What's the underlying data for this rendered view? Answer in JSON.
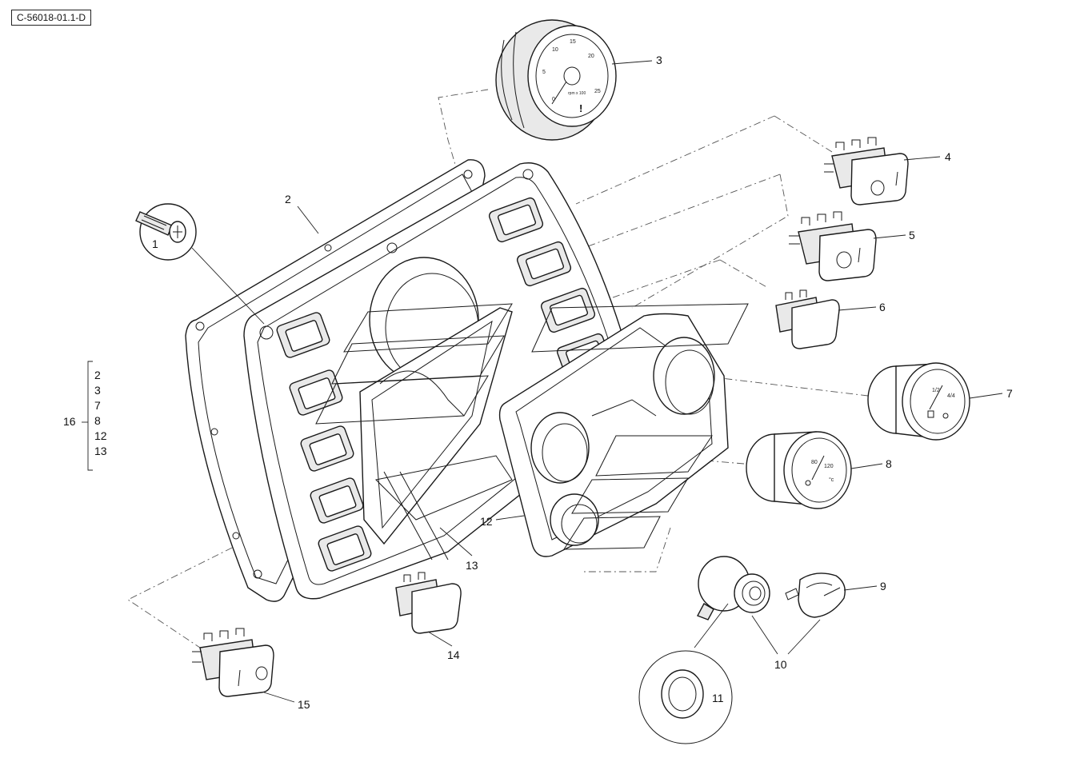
{
  "drawing_code": "C-56018-01.1-D",
  "callouts": [
    {
      "id": "c1",
      "label": "1"
    },
    {
      "id": "c2",
      "label": "2"
    },
    {
      "id": "c3",
      "label": "3"
    },
    {
      "id": "c4",
      "label": "4"
    },
    {
      "id": "c5",
      "label": "5"
    },
    {
      "id": "c6",
      "label": "6"
    },
    {
      "id": "c7",
      "label": "7"
    },
    {
      "id": "c8",
      "label": "8"
    },
    {
      "id": "c9",
      "label": "9"
    },
    {
      "id": "c10",
      "label": "10"
    },
    {
      "id": "c11",
      "label": "11"
    },
    {
      "id": "c12",
      "label": "12"
    },
    {
      "id": "c13",
      "label": "13"
    },
    {
      "id": "c14",
      "label": "14"
    },
    {
      "id": "c15",
      "label": "15"
    }
  ],
  "kit": {
    "label": "16",
    "members": [
      "2",
      "3",
      "7",
      "8",
      "12",
      "13"
    ]
  },
  "tachometer": {
    "ticks": [
      "0",
      "5",
      "10",
      "15",
      "20",
      "25"
    ],
    "unit": "rpm x 100",
    "warning": "!"
  },
  "fuel_gauge": {
    "ticks": [
      "1/2",
      "4/4"
    ]
  },
  "temp_gauge": {
    "ticks": [
      "80",
      "120"
    ],
    "unit": "°c"
  }
}
